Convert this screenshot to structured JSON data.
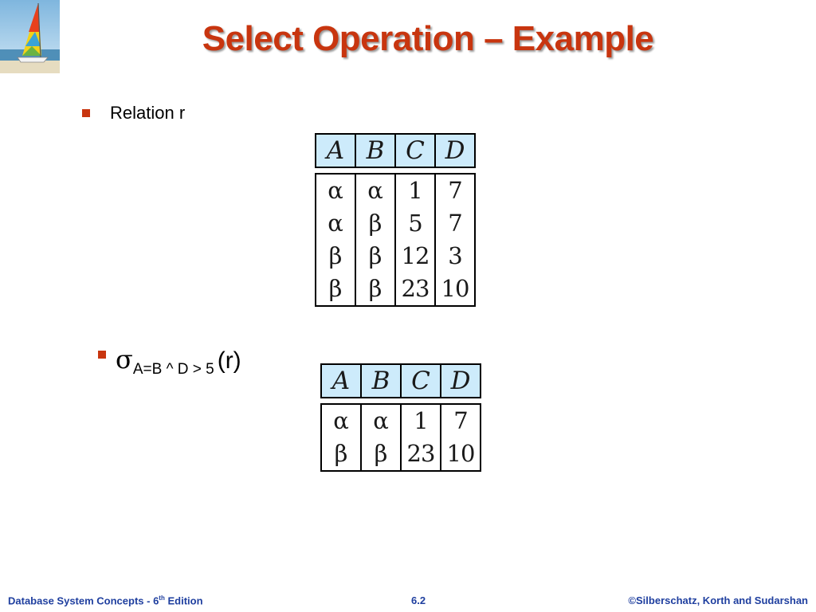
{
  "slide": {
    "title": "Select Operation – Example"
  },
  "bullets": {
    "relation_label": "Relation r",
    "select_symbol": "σ",
    "select_predicate": "A=B ^ D > 5",
    "select_argument": "(r)"
  },
  "relation_r": {
    "columns": [
      "A",
      "B",
      "C",
      "D"
    ],
    "rows": [
      [
        "α",
        "α",
        "1",
        "7"
      ],
      [
        "α",
        "β",
        "5",
        "7"
      ],
      [
        "β",
        "β",
        "12",
        "3"
      ],
      [
        "β",
        "β",
        "23",
        "10"
      ]
    ]
  },
  "result": {
    "columns": [
      "A",
      "B",
      "C",
      "D"
    ],
    "rows": [
      [
        "α",
        "α",
        "1",
        "7"
      ],
      [
        "β",
        "β",
        "23",
        "10"
      ]
    ]
  },
  "footer": {
    "left_prefix": "Database System Concepts - 6",
    "left_sup": "th",
    "left_suffix": " Edition",
    "center": "6.2",
    "right": "©Silberschatz, Korth and Sudarshan"
  },
  "colors": {
    "title": "#c8350f",
    "bullet": "#c8350f",
    "header_fill": "#cdebfb",
    "footer": "#1f3f9f"
  }
}
